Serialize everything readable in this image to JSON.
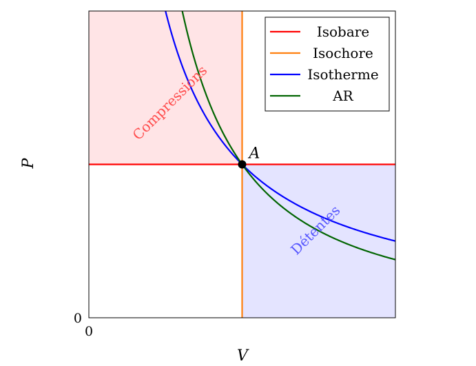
{
  "chart_data": {
    "type": "line",
    "xlabel": "V",
    "ylabel": "P",
    "xlim": [
      0,
      2
    ],
    "ylim": [
      0,
      2
    ],
    "origin_x_label": "0",
    "origin_y_label": "0",
    "grid": false,
    "legend_position": "top-right",
    "point": {
      "label": "A",
      "x": 1,
      "y": 1
    },
    "regions": [
      {
        "label": "Compressions",
        "x_range": [
          0,
          1
        ],
        "y_range": [
          1,
          2
        ],
        "color": "#ffe4e6",
        "label_color": "#ff4d4d"
      },
      {
        "label": "Détentes",
        "x_range": [
          1,
          2
        ],
        "y_range": [
          0,
          1
        ],
        "color": "#e4e4ff",
        "label_color": "#5555ff"
      }
    ],
    "series": [
      {
        "name": "Isobare",
        "color": "#ff0000",
        "kind": "horizontal",
        "y": 1
      },
      {
        "name": "Isochore",
        "color": "#ff7f0e",
        "kind": "vertical",
        "x": 1
      },
      {
        "name": "Isotherme",
        "color": "#0000ff",
        "kind": "power",
        "exponent": 1
      },
      {
        "name": "AR",
        "color": "#006400",
        "kind": "power",
        "exponent": 1.4
      }
    ]
  }
}
